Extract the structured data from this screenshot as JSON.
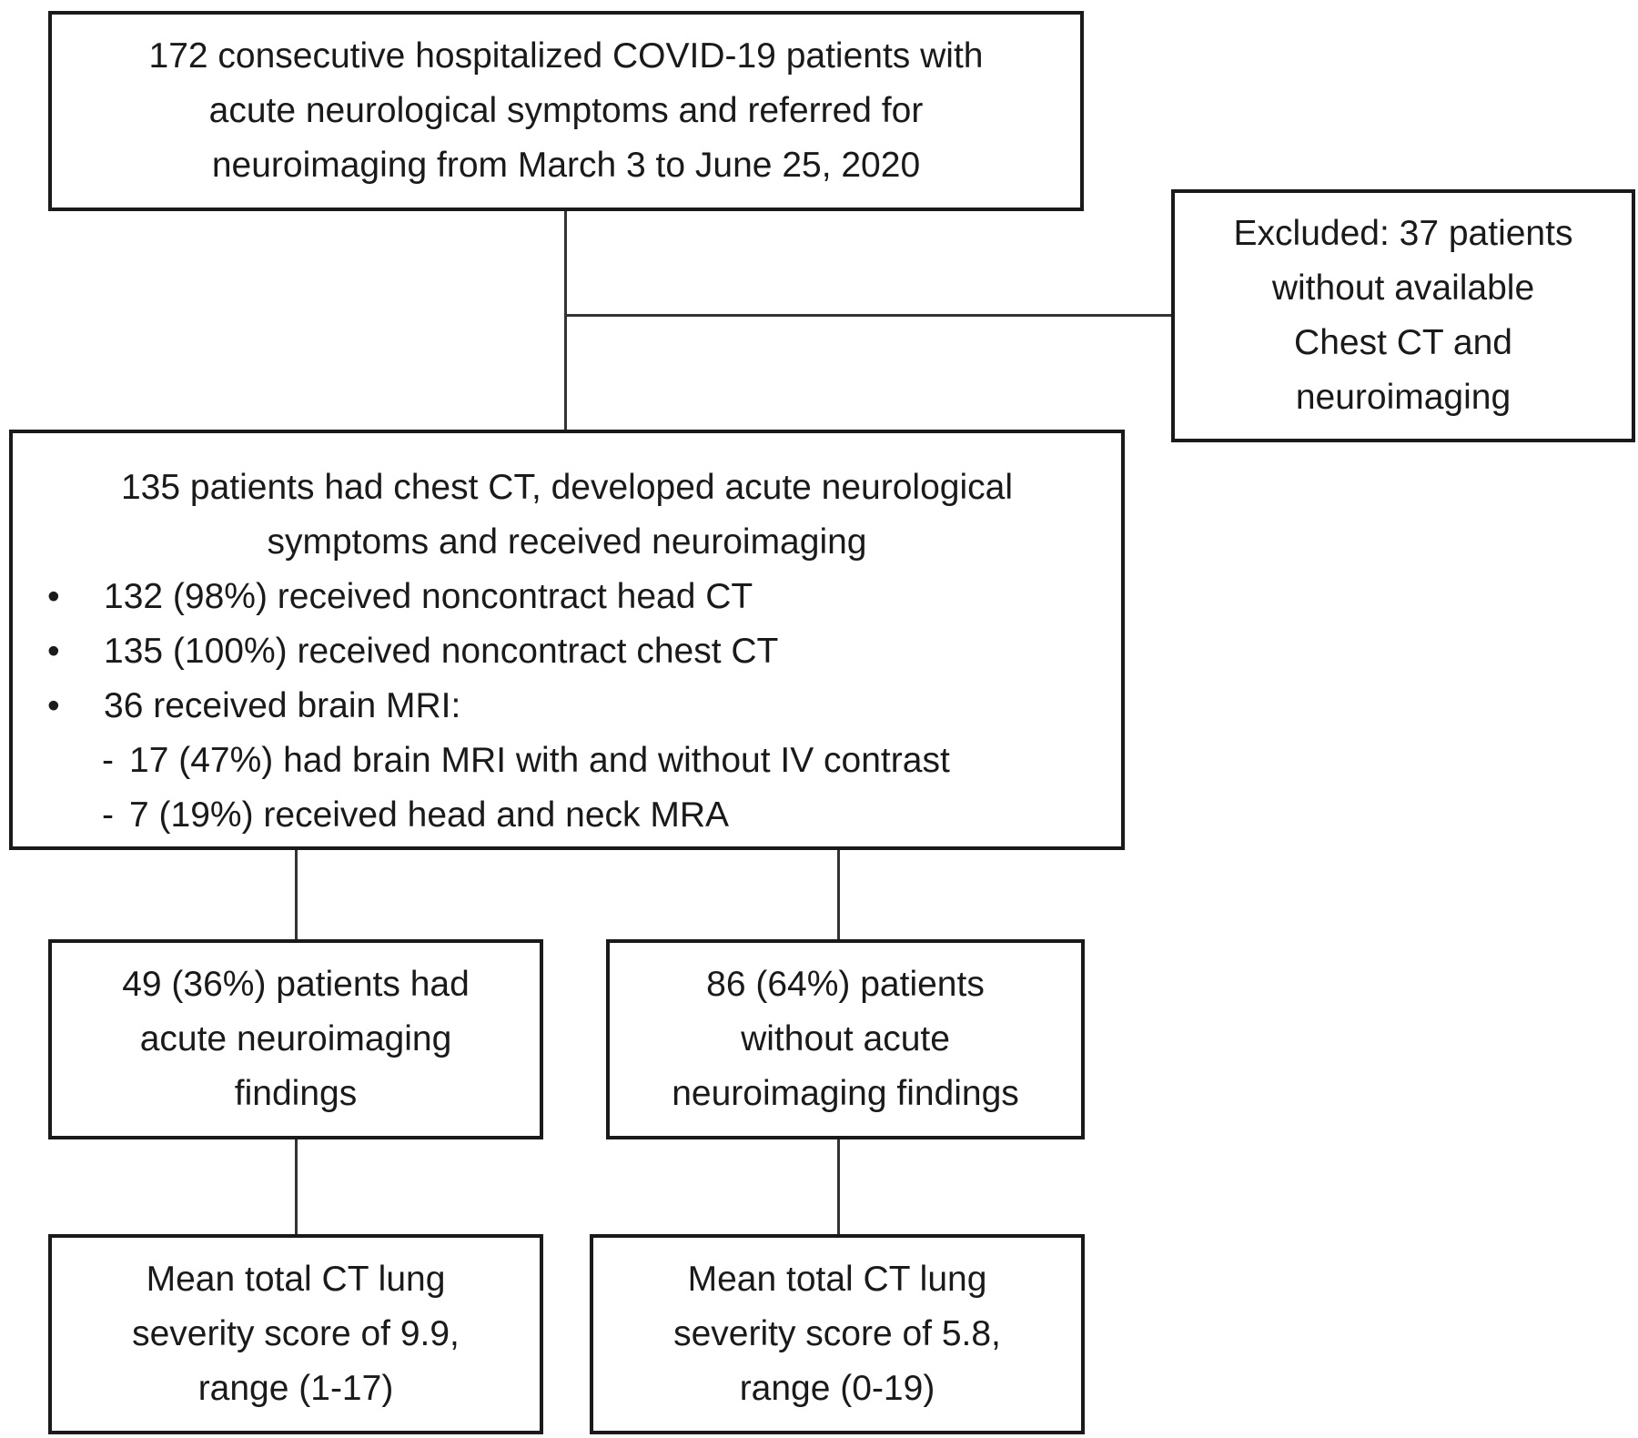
{
  "flowchart": {
    "enrolled": {
      "lines": [
        "172 consecutive hospitalized COVID-19 patients with",
        "acute neurological symptoms and referred  for",
        "neuroimaging from March 3 to June 25, 2020"
      ]
    },
    "excluded": {
      "lines": [
        "Excluded: 37 patients",
        "without available",
        "Chest CT and",
        "neuroimaging"
      ]
    },
    "included": {
      "heading": [
        "135 patients had chest CT, developed acute neurological",
        "symptoms and received neuroimaging"
      ],
      "bullets": [
        "132 (98%) received noncontract head CT",
        "135 (100%) received noncontract chest CT",
        "36 received brain MRI:"
      ],
      "bullet_mark": "•",
      "subbullets": [
        "17 (47%) had brain MRI with and without IV contrast",
        "7 (19%) received head and neck MRA"
      ],
      "subbullet_mark": "-"
    },
    "acute": {
      "lines": [
        "49 (36%) patients had",
        "acute neuroimaging",
        "findings"
      ]
    },
    "non_acute": {
      "lines": [
        "86 (64%) patients",
        "without acute",
        "neuroimaging findings"
      ]
    },
    "acute_score": {
      "lines": [
        "Mean total CT lung",
        "severity score of 9.9,",
        "range (1-17)"
      ]
    },
    "non_acute_score": {
      "lines": [
        "Mean total CT lung",
        "severity score of 5.8,",
        "range (0-19)"
      ]
    }
  }
}
